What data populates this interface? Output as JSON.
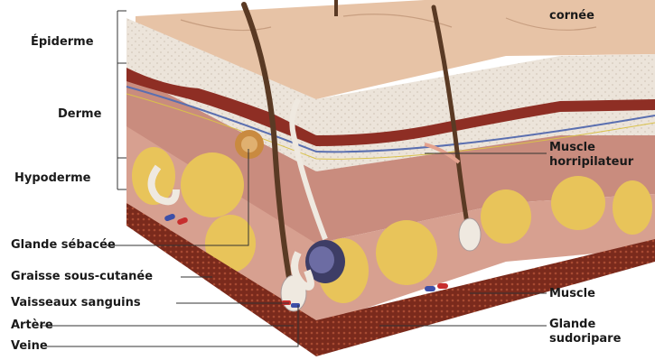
{
  "diagram": {
    "left_labels": {
      "epiderme": "Épiderme",
      "derme": "Derme",
      "hypoderme": "Hypoderme",
      "glande_sebacee": "Glande sébacée",
      "graisse": "Graisse sous-cutanée",
      "vaisseaux": "Vaisseaux sanguins",
      "artere": "Artère",
      "veine": "Veine"
    },
    "right_labels": {
      "cornee": "cornée",
      "muscle_horripilateur_1": "Muscle",
      "muscle_horripilateur_2": "horripilateur",
      "muscle": "Muscle",
      "glande_sudoripare_1": "Glande",
      "glande_sudoripare_2": "sudoripare"
    },
    "colors": {
      "epidermis": "#e9d6bf",
      "dermis": "#c98c7e",
      "fat": "#e8c45a",
      "base": "#7a2a1c",
      "hair": "#5a3a24",
      "label_line": "#333333"
    }
  }
}
